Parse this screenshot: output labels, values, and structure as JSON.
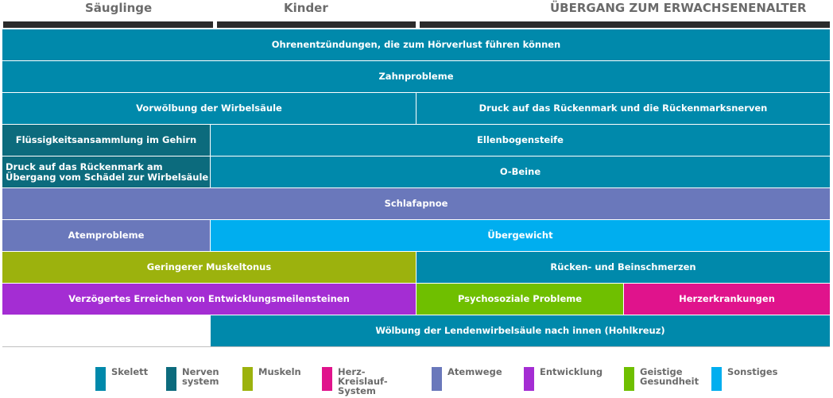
{
  "colors": {
    "skelett": "#0089ab",
    "nerven": "#0c6b7d",
    "muskeln": "#9cb20d",
    "herz": "#e0138c",
    "atemwege": "#6a78bb",
    "entwicklung": "#a42dd3",
    "geistige": "#6fbf00",
    "sonstiges": "#00aeef"
  },
  "phases": {
    "saeuglinge": "Säuglinge",
    "kinder": "Kinder",
    "erwachsen": "ÜBERGANG ZUM ERWACHSENENALTER"
  },
  "cells": {
    "ohren": "Ohrenentzündungen, die zum Hörverlust führen können",
    "zahn": "Zahnprobleme",
    "wirbel": "Vorwölbung der Wirbelsäule",
    "rueckenmark": "Druck auf das Rückenmark und die Rückenmarksnerven",
    "fluessig": "Flüssigkeitsansammlung im Gehirn",
    "ellenbogen": "Ellenbogensteife",
    "druck_schaedel": "Druck auf das Rückenmark am Übergang vom Schädel zur Wirbelsäule",
    "obeine": "O-Beine",
    "schlaf": "Schlafapnoe",
    "atem": "Atemprobleme",
    "uebergewicht": "Übergewicht",
    "muskeltonus": "Geringerer Muskeltonus",
    "ruecken_bein": "Rücken- und Beinschmerzen",
    "verzoegert": "Verzögertes Erreichen von Entwicklungsmeilensteinen",
    "psycho": "Psychosoziale Probleme",
    "herz": "Herzerkrankungen",
    "hohlkreuz": "Wölbung der Lendenwirbelsäule nach innen (Hohlkreuz)"
  },
  "legend": {
    "skelett": "Skelett",
    "nerven": "Nerven\nsystem",
    "muskeln": "Muskeln",
    "herz": "Herz-Kreislauf-\nSystem",
    "atemwege": "Atemwege",
    "entwicklung": "Entwicklung",
    "geistige": "Geistige\nGesundheit",
    "sonstiges": "Sonstiges"
  }
}
